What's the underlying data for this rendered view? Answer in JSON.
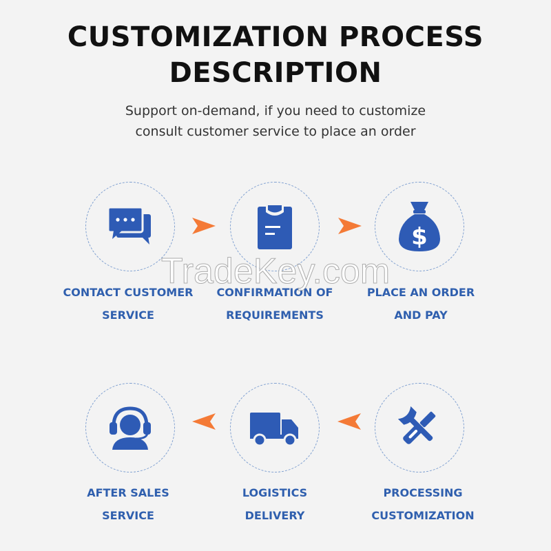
{
  "title": {
    "line1": "CUSTOMIZATION PROCESS",
    "line2": "DESCRIPTION"
  },
  "subtitle": {
    "line1": "Support on-demand, if you need to customize",
    "line2": "consult customer service to place an order"
  },
  "steps": [
    {
      "line1": "CONTACT CUSTOMER",
      "line2": "SERVICE",
      "icon": "chat-bubbles-icon"
    },
    {
      "line1": "CONFIRMATION OF",
      "line2": "REQUIREMENTS",
      "icon": "clipboard-icon"
    },
    {
      "line1": "PLACE AN ORDER",
      "line2": "AND PAY",
      "icon": "money-bag-icon"
    },
    {
      "line1": "PROCESSING",
      "line2": "CUSTOMIZATION",
      "icon": "tools-icon"
    },
    {
      "line1": "LOGISTICS",
      "line2": "DELIVERY",
      "icon": "truck-icon"
    },
    {
      "line1": "AFTER SALES",
      "line2": "SERVICE",
      "icon": "headset-agent-icon"
    }
  ],
  "watermark": "TradeKey.com",
  "colors": {
    "icon_blue": "#2e5bb5",
    "label_blue": "#2f5fae",
    "arrow_orange": "#f47a36",
    "circle_border": "#7e9fd0",
    "background": "#f3f3f3"
  }
}
